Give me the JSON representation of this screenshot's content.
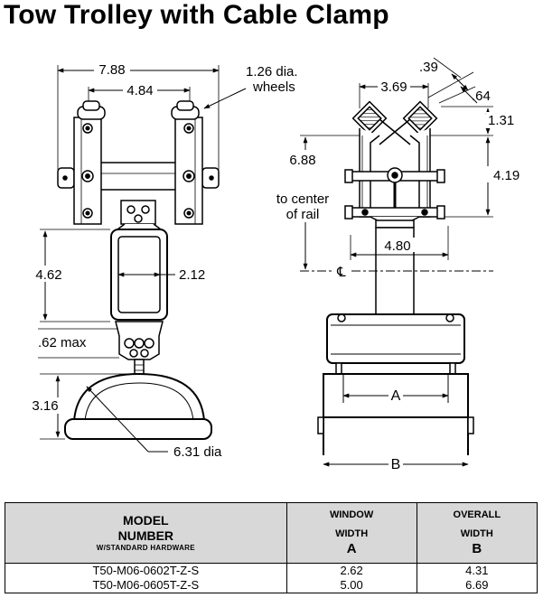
{
  "title": "Tow Trolley with Cable Clamp",
  "left_view": {
    "dim_overall_width": "7.88",
    "dim_wheel_spacing": "4.84",
    "wheel_note_line1": "1.26 dia.",
    "wheel_note_line2": "wheels",
    "dim_body_height": "4.62",
    "dim_body_width": "2.12",
    "dim_clamp_max": ".62 max",
    "dim_saddle_height": "3.16",
    "dim_saddle_dia": "6.31 dia"
  },
  "right_view": {
    "dim_039": ".39",
    "dim_369": "3.69",
    "dim_064": ".64",
    "dim_131": "1.31",
    "dim_688": "6.88",
    "rail_note_line1": "to center",
    "rail_note_line2": "of rail",
    "dim_419": "4.19",
    "dim_480": "4.80",
    "centerline_symbol": "℄",
    "window_label": "A",
    "overall_label": "B"
  },
  "table": {
    "headers": {
      "model_line1": "MODEL",
      "model_line2": "NUMBER",
      "model_line3": "W/STANDARD HARDWARE",
      "window_line1": "WINDOW",
      "window_line2": "WIDTH",
      "window_line3": "A",
      "overall_line1": "OVERALL",
      "overall_line2": "WIDTH",
      "overall_line3": "B"
    },
    "rows": [
      {
        "model": "T50-M06-0602T-Z-S",
        "window": "2.62",
        "overall": "4.31"
      },
      {
        "model": "T50-M06-0605T-Z-S",
        "window": "5.00",
        "overall": "6.69"
      }
    ]
  }
}
